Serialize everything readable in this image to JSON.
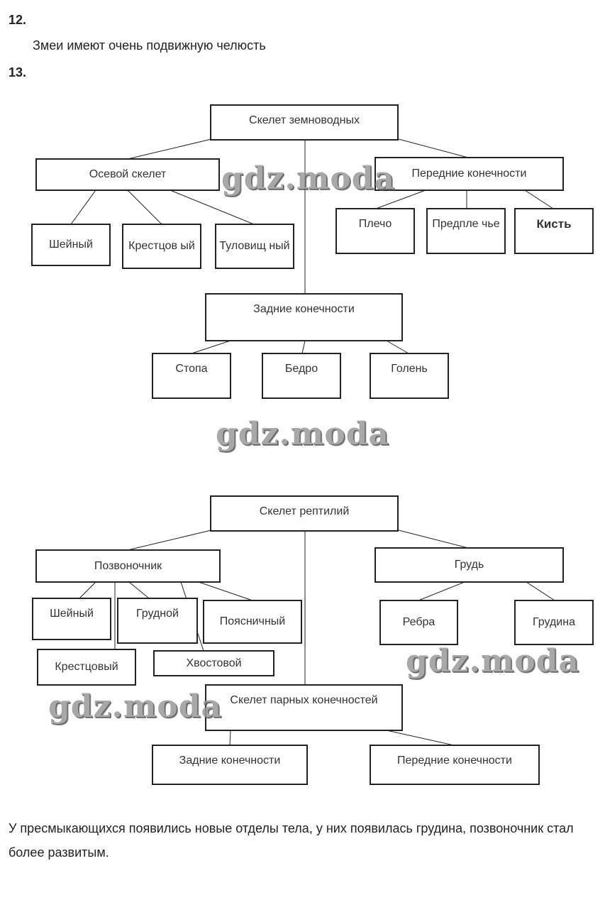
{
  "q12": {
    "number": "12.",
    "answer": "Змеи имеют очень подвижную челюсть"
  },
  "q13": {
    "number": "13."
  },
  "amphibians": {
    "root": "Скелет земноводных",
    "axial": "Осевой скелет",
    "axial_children": [
      "Шейный",
      "Крестцов ый",
      "Туловищ ный"
    ],
    "fore": "Передние конечности",
    "fore_children": [
      "Плечо",
      "Предпле чье",
      "Кисть"
    ],
    "hind": "Задние конечности",
    "hind_children": [
      "Стопа",
      "Бедро",
      "Голень"
    ]
  },
  "reptiles": {
    "root": "Скелет рептилий",
    "spine": "Позвоночник",
    "spine_children": [
      "Шейный",
      "Грудной",
      "Поясничный",
      "Крестцовый",
      "Хвостовой"
    ],
    "chest": "Грудь",
    "chest_children": [
      "Ребра",
      "Грудина"
    ],
    "limbs": "Скелет парных конечностей",
    "limbs_children": [
      "Задние конечности",
      "Передние конечности"
    ]
  },
  "conclusion": "У пресмыкающихся появились новые отделы тела, у них появилась грудина, позвоночник стал более развитым.",
  "watermark": "gdz.moda"
}
